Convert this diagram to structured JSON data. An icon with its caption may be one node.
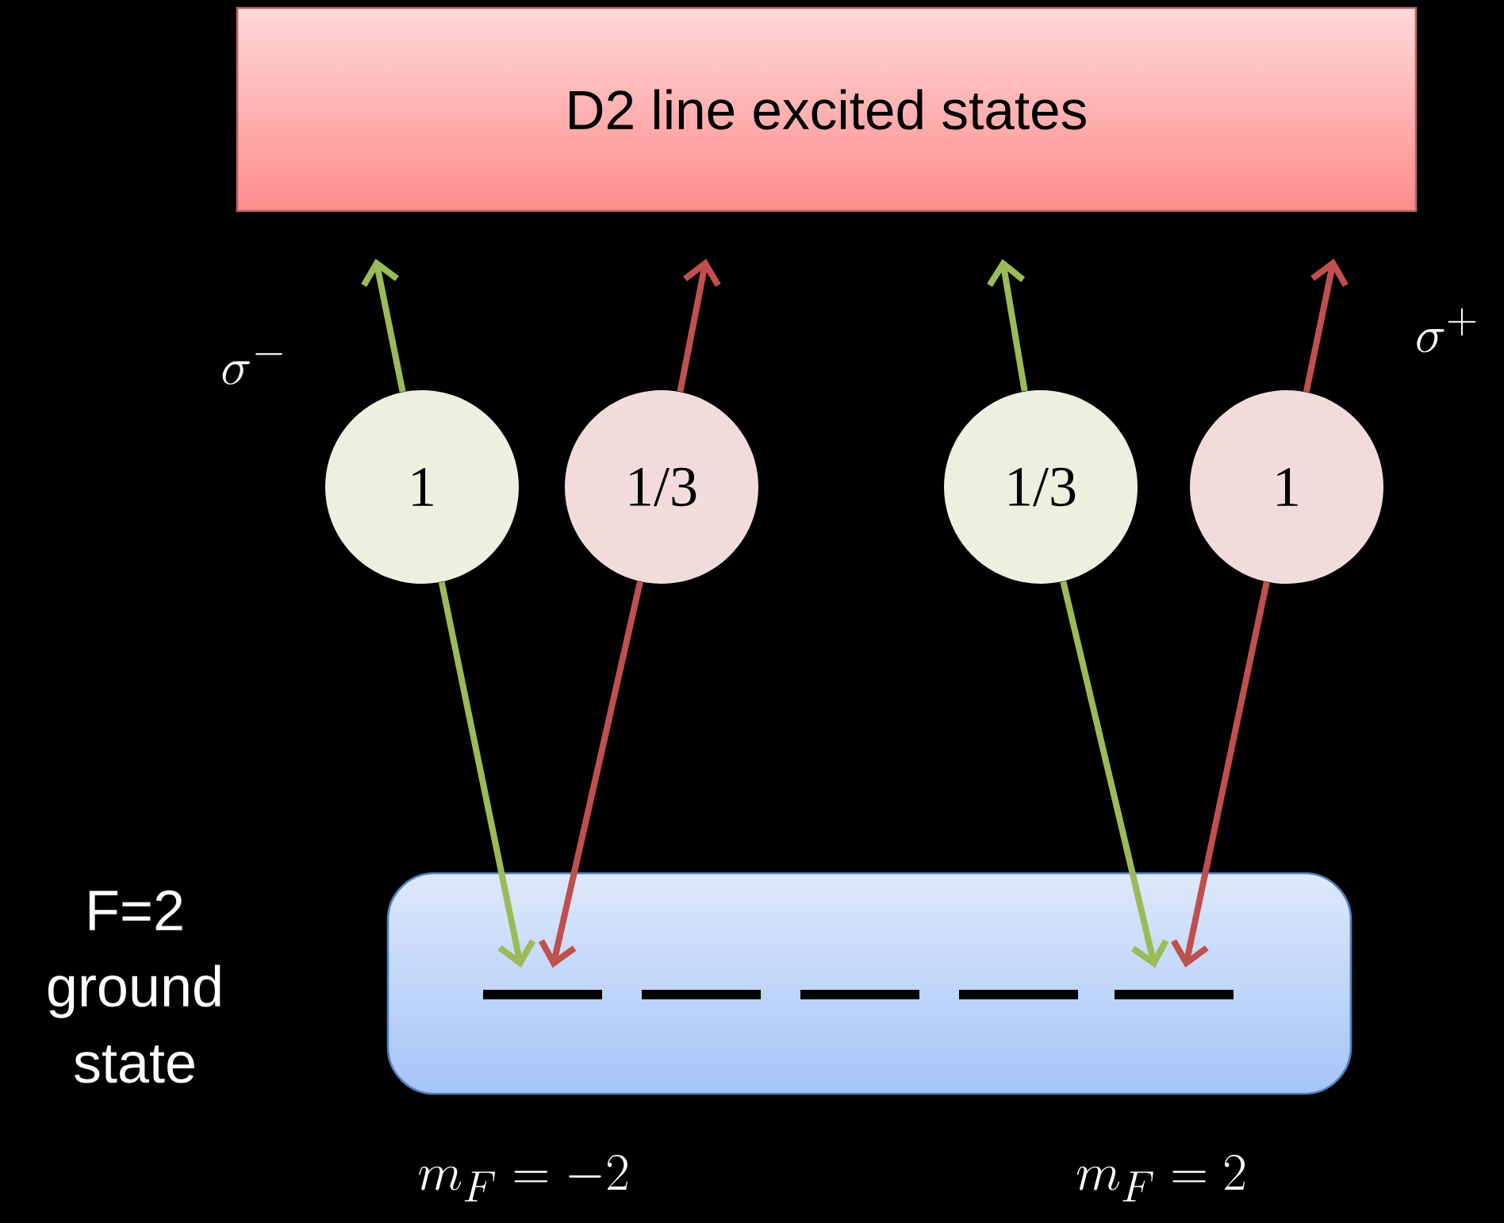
{
  "diagram": {
    "nodes": [
      {
        "text": [
          "D2 line excited states"
        ]
      },
      {
        "text": [
          "1"
        ]
      },
      {
        "text": [
          "1/3"
        ]
      },
      {
        "text": [
          "1/3"
        ]
      },
      {
        "text": [
          "1"
        ]
      },
      {
        "text": [],
        "shape": "box",
        "beside": [
          "F=2 ground state"
        ]
      },
      {
        "text": [],
        "shape": "bar",
        "in": 5
      },
      {
        "text": [],
        "shape": "bar",
        "in": 5
      },
      {
        "text": [],
        "shape": "bar",
        "in": 5
      },
      {
        "text": [],
        "shape": "bar",
        "in": 5
      },
      {
        "text": [],
        "shape": "bar",
        "in": 5
      }
    ],
    "edges": [
      {
        "from": 1,
        "to": 0,
        "arrow": "to",
        "color": "#9bbb59"
      },
      {
        "from": 2,
        "to": 0,
        "arrow": "to",
        "color": "#c0504d"
      },
      {
        "from": 3,
        "to": 0,
        "arrow": "to",
        "color": "#9bbb59"
      },
      {
        "from": 4,
        "to": 0,
        "arrow": "to",
        "color": "#c0504d"
      },
      {
        "from": 1,
        "to": 6,
        "arrow": "to",
        "color": "#9bbb59"
      },
      {
        "from": 2,
        "to": 6,
        "arrow": "to",
        "color": "#c0504d"
      },
      {
        "from": 3,
        "to": 10,
        "arrow": "to",
        "color": "#9bbb59"
      },
      {
        "from": 4,
        "to": 10,
        "arrow": "to",
        "color": "#c0504d"
      }
    ],
    "labels": [
      "\\sigma^{-}",
      "\\sigma^{+}",
      "m_F = -2",
      "m_F = 2"
    ]
  }
}
